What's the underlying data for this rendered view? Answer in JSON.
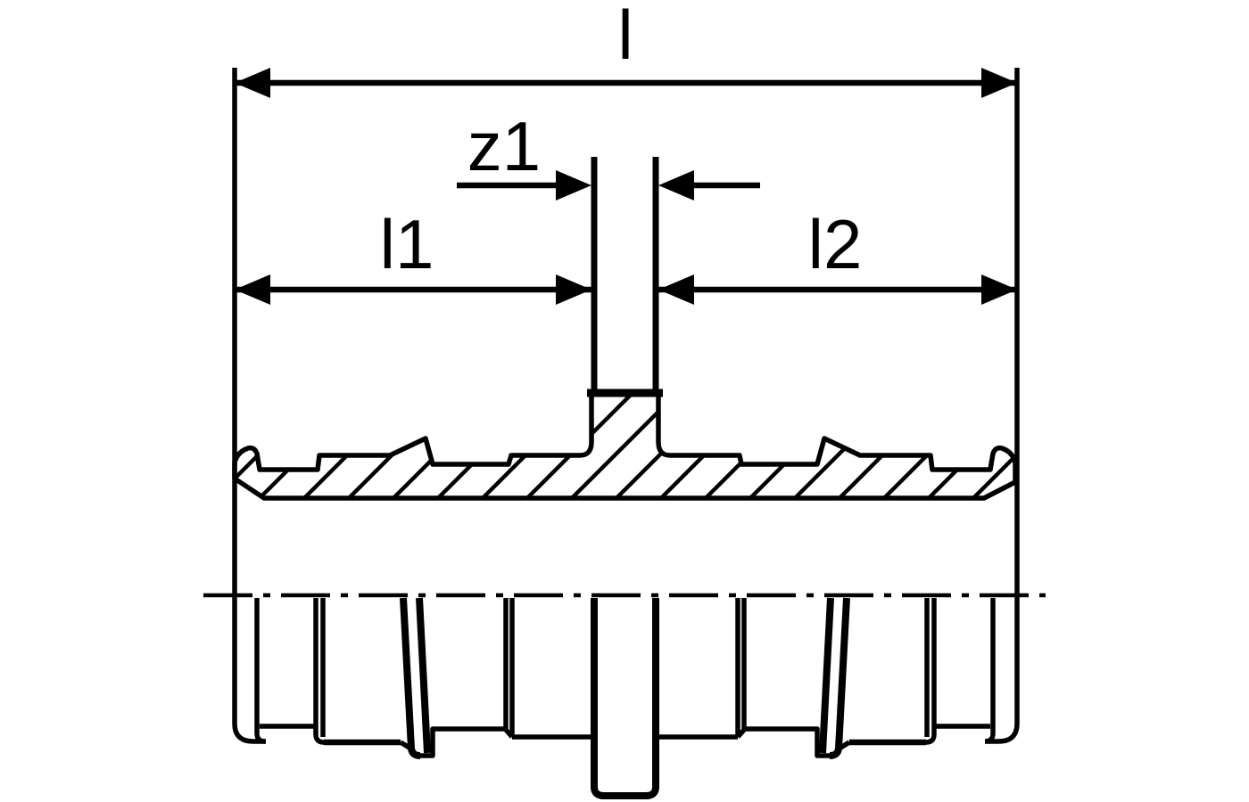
{
  "drawing": {
    "colors": {
      "ink": "#000000",
      "paper": "#ffffff"
    },
    "dimensions": {
      "overall_length": {
        "label": "l"
      },
      "offset": {
        "label": "z1"
      },
      "left_length": {
        "label": "l1"
      },
      "right_length": {
        "label": "l2"
      }
    }
  }
}
